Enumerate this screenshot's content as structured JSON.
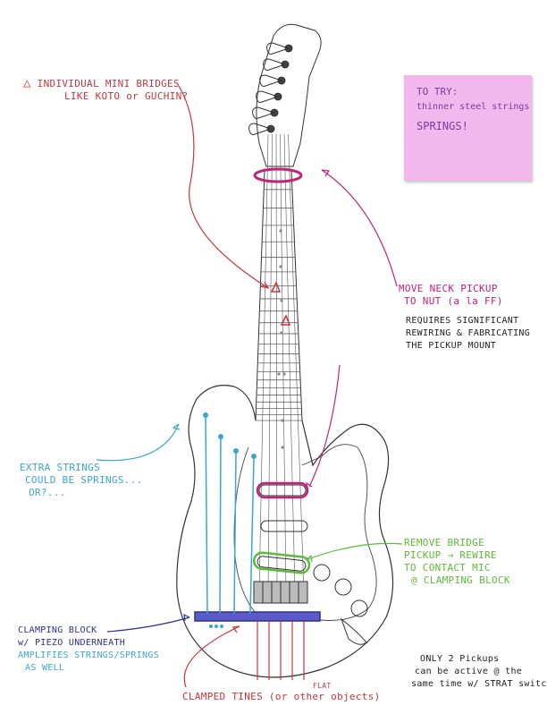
{
  "annotations": {
    "bridges": {
      "symbol": "△",
      "line1": "INDIVIDUAL MINI BRIDGES",
      "line2": "LIKE KOTO or GUCHIN?"
    },
    "sticky": {
      "line1": "TO TRY:",
      "line2": "thinner steel strings",
      "line3": "SPRINGS!"
    },
    "neck_pickup": {
      "line1": "MOVE NECK PICKUP",
      "line2": "TO NUT (a la FF)"
    },
    "rewire": {
      "line1": "REQUIRES SIGNIFICANT",
      "line2": "REWIRING & FABRICATING",
      "line3": "THE PICKUP MOUNT"
    },
    "extra_strings": {
      "line1": "EXTRA STRINGS",
      "line2": "COULD BE SPRINGS...",
      "line3": "OR?..."
    },
    "bridge_pickup": {
      "line1": "REMOVE BRIDGE",
      "line2": "PICKUP → REWIRE",
      "line3": "TO CONTACT MIC",
      "line4": "@ CLAMPING BLOCK"
    },
    "clamping": {
      "line1": "CLAMPING BLOCK",
      "line2": "w/ PIEZO UNDERNEATH",
      "line3": "AMPLIFIES STRINGS/SPRINGS",
      "line4": "AS WELL"
    },
    "pickups": {
      "line1": "ONLY 2 Pickups",
      "line2": "can be active @ the",
      "line3": "same time w/ STRAT switch"
    },
    "tines": {
      "text": "CLAMPED TINES (or other",
      "flat": "FLAT",
      "end": "objects)"
    }
  },
  "colors": {
    "red": "#c8353b",
    "magenta": "#c1227c",
    "cyan": "#39a6d1",
    "green": "#5dbb3a",
    "navy": "#2d2f8f",
    "sticky": "#f2b8ee",
    "ink": "#222222"
  }
}
